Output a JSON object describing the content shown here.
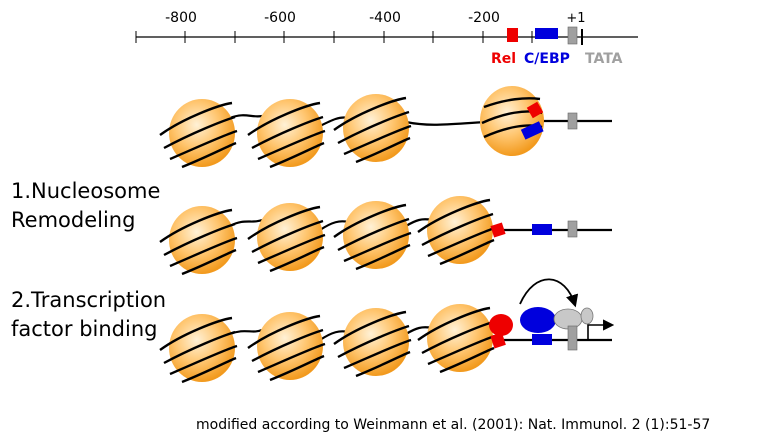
{
  "scale": {
    "ticks": [
      "-800",
      "-600",
      "-400",
      "-200",
      "+1"
    ]
  },
  "elements": {
    "rel": {
      "label": "Rel",
      "color": "#ee0000"
    },
    "cebp": {
      "label": "C/EBP",
      "color": "#0000dd"
    },
    "tata": {
      "label": "TATA",
      "color": "#a0a0a0"
    }
  },
  "steps": [
    {
      "line1": "1.Nucleosome",
      "line2": "Remodeling"
    },
    {
      "line1": "2.Transcription",
      "line2": "factor binding"
    }
  ],
  "caption": "modified according to Weinmann et al. (2001): Nat. Immunol. 2 (1):51-57",
  "colors": {
    "nucleosome_core": "#ffd28a",
    "nucleosome_edge": "#f29a1e",
    "dna": "#000000",
    "polymerase": "#c8c8c8"
  }
}
